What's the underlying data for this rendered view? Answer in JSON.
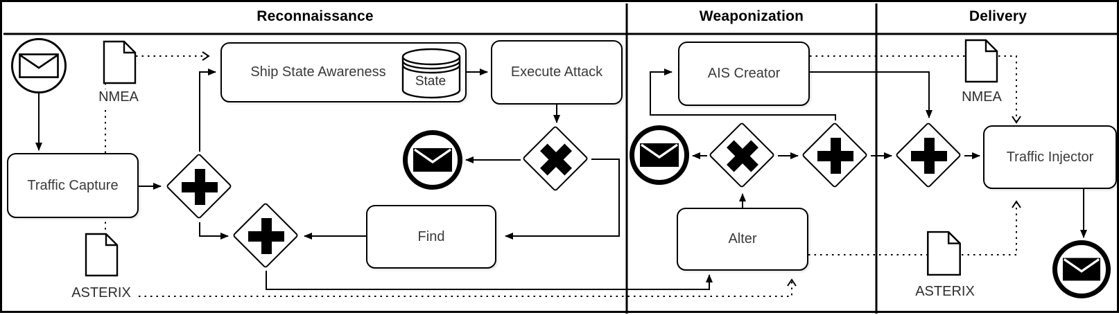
{
  "diagram": {
    "type": "bpmn-process",
    "lanes": [
      {
        "label": "Reconnaissance"
      },
      {
        "label": "Weaponization"
      },
      {
        "label": "Delivery"
      }
    ],
    "nodes": {
      "traffic_capture": "Traffic Capture",
      "ship_state_awareness": "Ship State Awareness",
      "state_store": "State",
      "execute_attack": "Execute Attack",
      "find": "Find",
      "ais_creator": "AIS Creator",
      "alter": "Alter",
      "traffic_injector": "Traffic Injector"
    },
    "artifacts": {
      "nmea_recon": "NMEA",
      "asterix_recon": "ASTERIX",
      "nmea_delivery": "NMEA",
      "asterix_delivery": "ASTERIX"
    },
    "icons": {
      "message_start": "envelope-outline-icon",
      "message_end": "envelope-filled-icon",
      "parallel_gateway": "plus-icon",
      "exclusive_gateway": "x-icon",
      "data_object": "document-icon",
      "data_store": "cylinder-icon"
    },
    "colors": {
      "stroke": "#000000",
      "fill": "#ffffff",
      "text": "#3a3a3a"
    }
  }
}
